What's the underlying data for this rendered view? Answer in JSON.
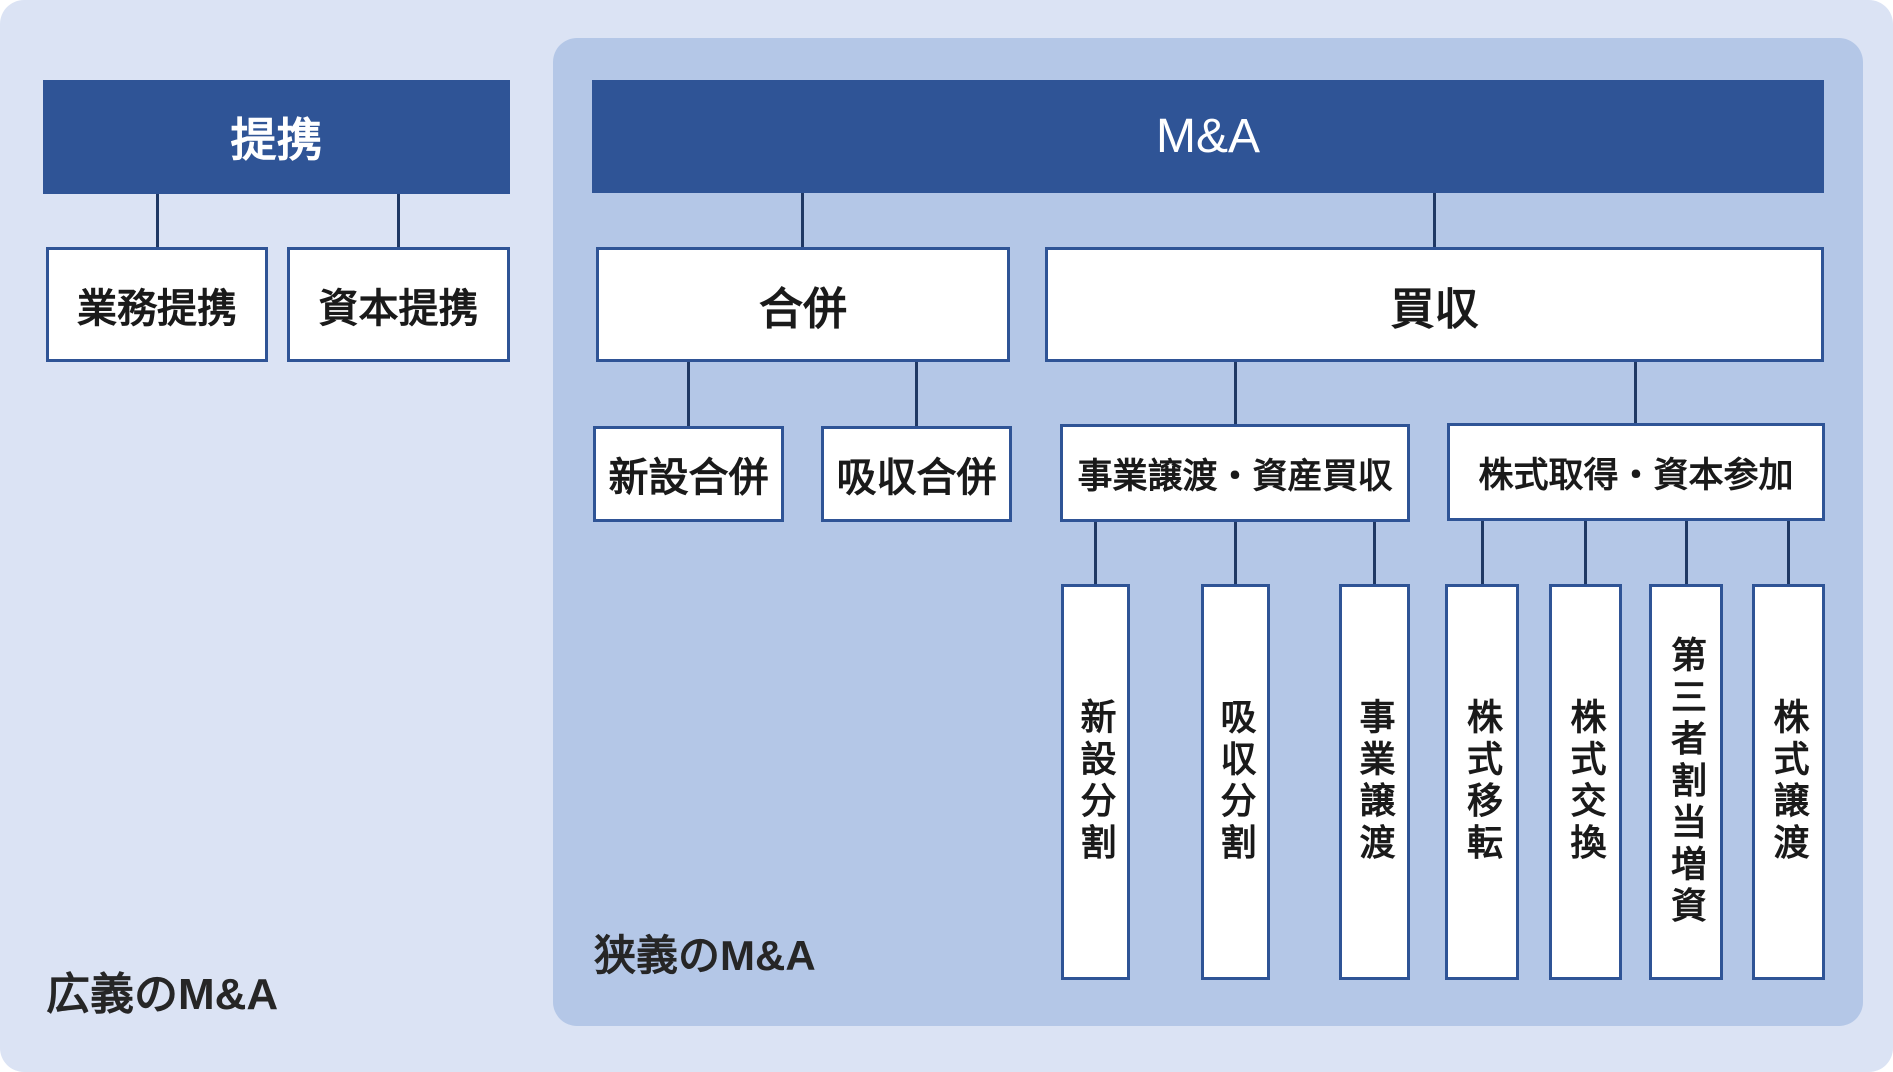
{
  "diagram": {
    "broad_label": "広義のM&A",
    "narrow_label": "狭義のM&A",
    "alliance": {
      "root": "提携",
      "children": [
        "業務提携",
        "資本提携"
      ]
    },
    "ma": {
      "root": "M&A",
      "merger": {
        "label": "合併",
        "children": [
          "新設合併",
          "吸収合併"
        ]
      },
      "acquisition": {
        "label": "買収",
        "business_transfer": {
          "label": "事業譲渡・資産買収",
          "children": [
            "新設分割",
            "吸収分割",
            "事業譲渡"
          ]
        },
        "share_acquisition": {
          "label": "株式取得・資本参加",
          "children": [
            "株式移転",
            "株式交換",
            "第三者割当増資",
            "株式譲渡"
          ]
        }
      }
    },
    "colors": {
      "header_fill": "#2f5496",
      "panel_fill": "#b4c7e7",
      "background": "#dbe3f4",
      "line": "#1f3864",
      "box_border": "#2f5496",
      "text_dark": "#1a1a1a",
      "text_light": "#ffffff",
      "caption_color": "#262626"
    }
  }
}
